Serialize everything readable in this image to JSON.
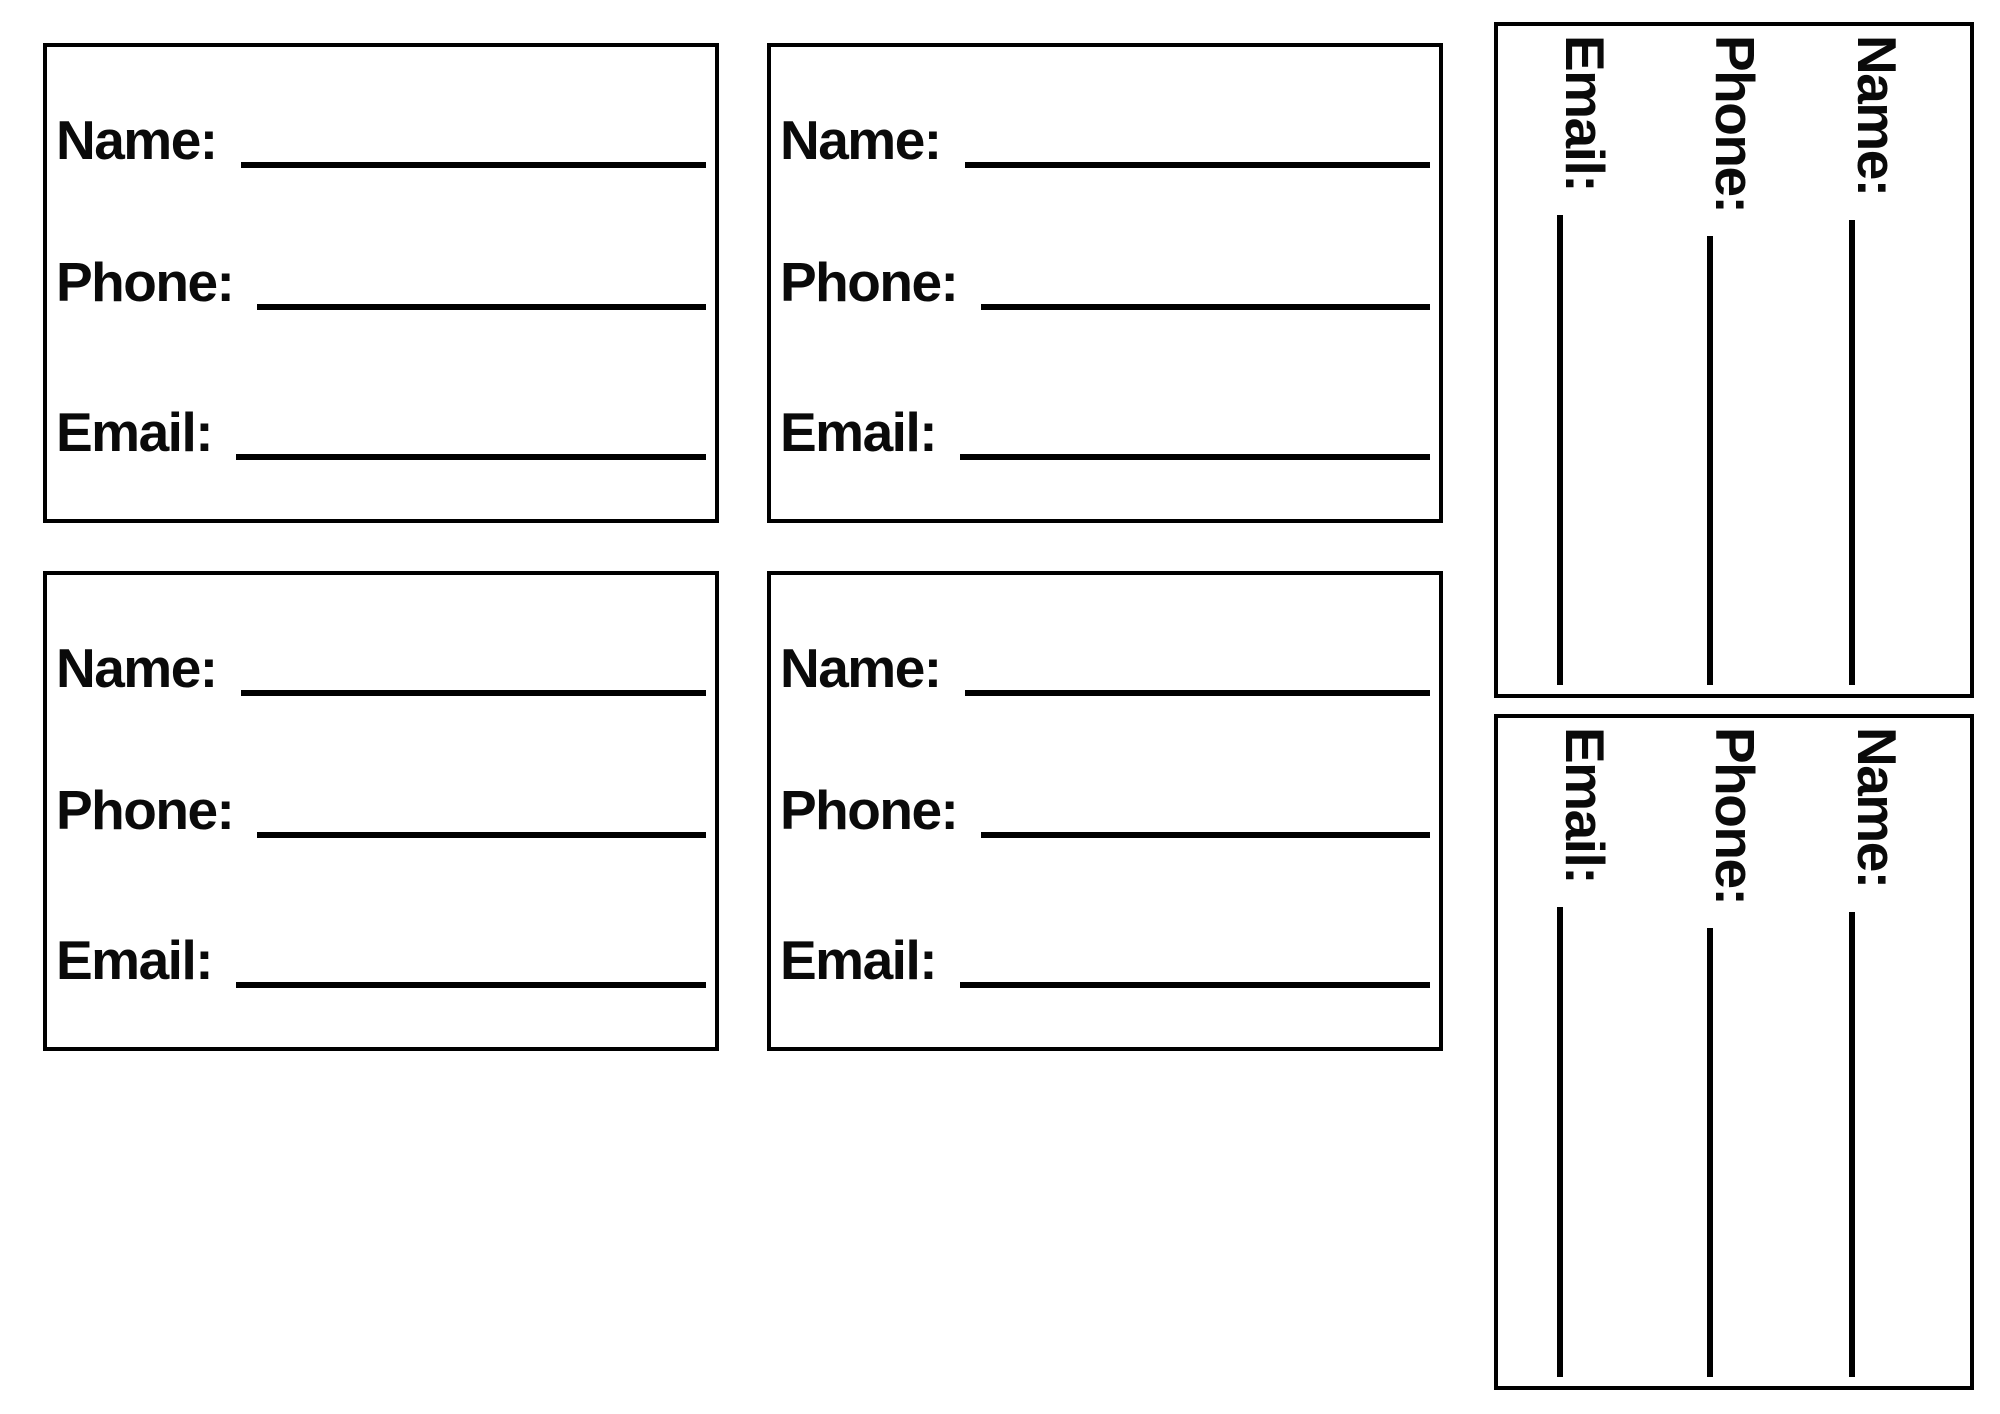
{
  "colors": {
    "ink": "#000000",
    "paper": "#ffffff"
  },
  "cards": [
    {
      "id": "contact-card-1",
      "fields": [
        {
          "label": "Name:",
          "value": ""
        },
        {
          "label": "Phone:",
          "value": ""
        },
        {
          "label": "Email:",
          "value": ""
        }
      ]
    },
    {
      "id": "contact-card-2",
      "fields": [
        {
          "label": "Name:",
          "value": ""
        },
        {
          "label": "Phone:",
          "value": ""
        },
        {
          "label": "Email:",
          "value": ""
        }
      ]
    },
    {
      "id": "contact-card-3",
      "fields": [
        {
          "label": "Name:",
          "value": ""
        },
        {
          "label": "Phone:",
          "value": ""
        },
        {
          "label": "Email:",
          "value": ""
        }
      ]
    },
    {
      "id": "contact-card-4",
      "fields": [
        {
          "label": "Name:",
          "value": ""
        },
        {
          "label": "Phone:",
          "value": ""
        },
        {
          "label": "Email:",
          "value": ""
        }
      ]
    },
    {
      "id": "contact-card-5",
      "fields": [
        {
          "label": "Name:",
          "value": ""
        },
        {
          "label": "Phone:",
          "value": ""
        },
        {
          "label": "Email:",
          "value": ""
        }
      ]
    },
    {
      "id": "contact-card-6",
      "fields": [
        {
          "label": "Name:",
          "value": ""
        },
        {
          "label": "Phone:",
          "value": ""
        },
        {
          "label": "Email:",
          "value": ""
        }
      ]
    }
  ]
}
